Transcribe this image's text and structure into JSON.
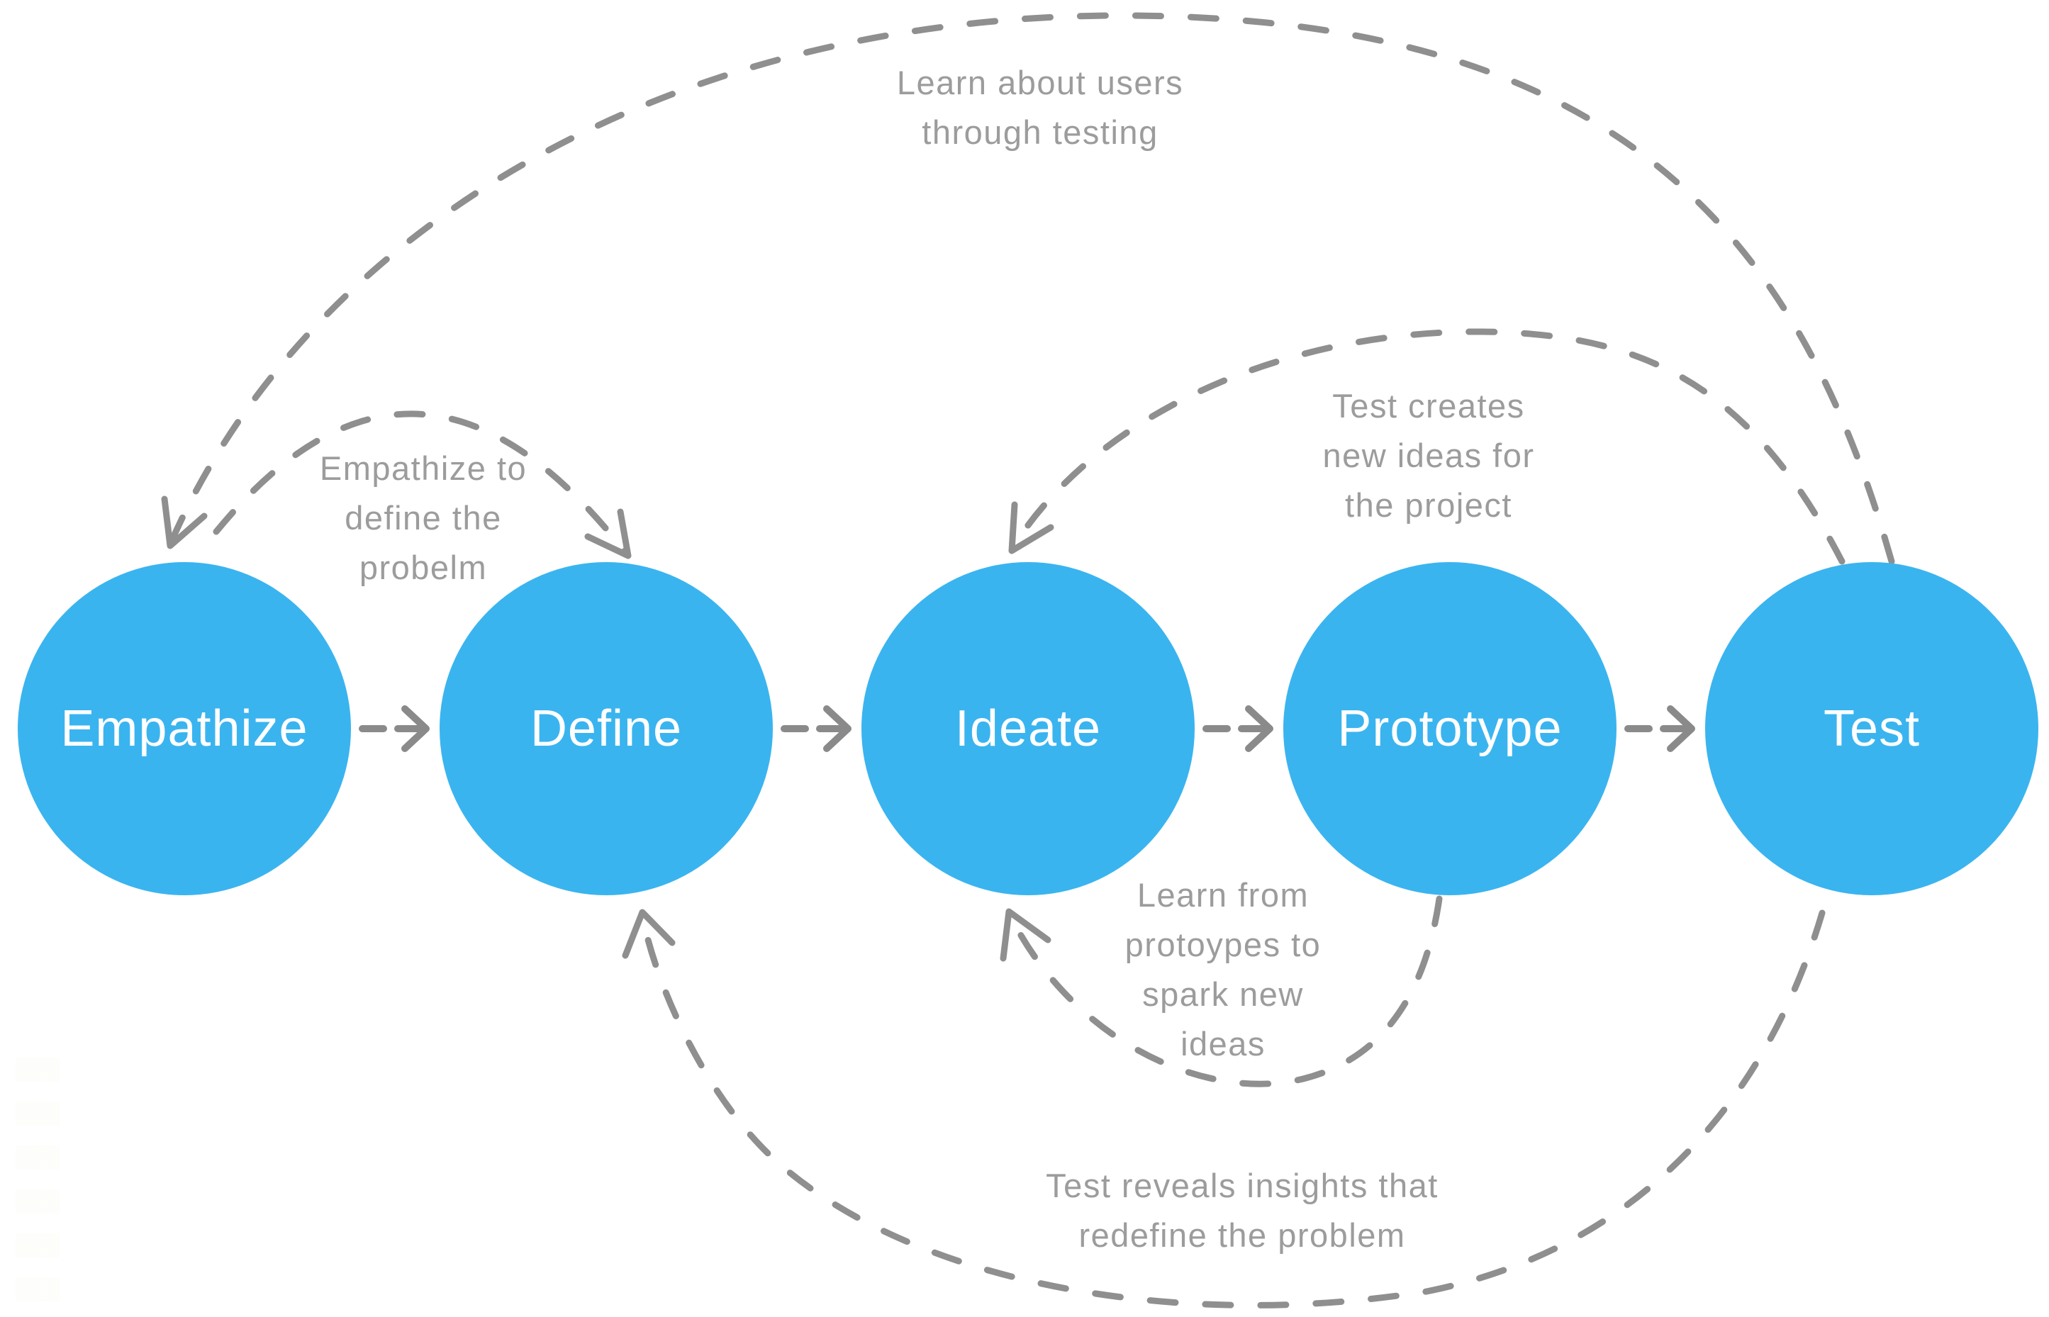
{
  "stages": [
    {
      "label": "Empathize"
    },
    {
      "label": "Define"
    },
    {
      "label": "Ideate"
    },
    {
      "label": "Prototype"
    },
    {
      "label": "Test"
    }
  ],
  "flow_arrows": [
    {
      "from": "Empathize",
      "to": "Define"
    },
    {
      "from": "Define",
      "to": "Ideate"
    },
    {
      "from": "Ideate",
      "to": "Prototype"
    },
    {
      "from": "Prototype",
      "to": "Test"
    }
  ],
  "feedback_loops": [
    {
      "from": "Test",
      "to": "Empathize",
      "side": "top",
      "label_lines": [
        "Learn about users",
        "through testing"
      ]
    },
    {
      "from": "Empathize",
      "to": "Define",
      "side": "top",
      "label_lines": [
        "Empathize to",
        "define the",
        "probelm"
      ]
    },
    {
      "from": "Test",
      "to": "Ideate",
      "side": "top",
      "label_lines": [
        "Test creates",
        "new ideas for",
        "the project"
      ]
    },
    {
      "from": "Prototype",
      "to": "Ideate",
      "side": "bottom",
      "label_lines": [
        "Learn from",
        "protoypes to",
        "spark new",
        "ideas"
      ]
    },
    {
      "from": "Test",
      "to": "Define",
      "side": "bottom",
      "label_lines": [
        "Test reveals insights that",
        "redefine the problem"
      ]
    }
  ],
  "colors": {
    "circle_fill": "#3AB4EF",
    "circle_label": "#FFFFFF",
    "annotation_text": "#9C9C9C",
    "dash_stroke": "#8F8F8F"
  }
}
